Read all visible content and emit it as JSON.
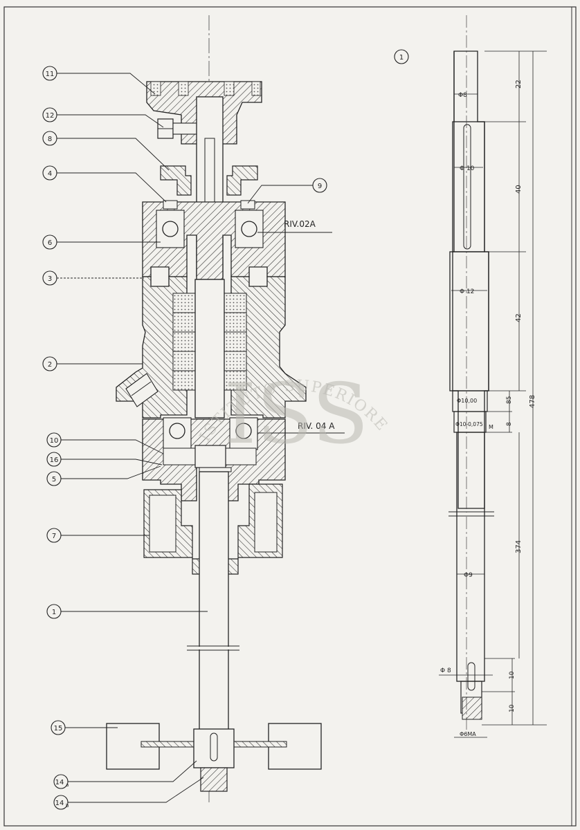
{
  "callouts": {
    "c11": "11",
    "c12": "12",
    "c8": "8",
    "c4": "4",
    "c9": "9",
    "c6": "6",
    "c3": "3",
    "c2": "2",
    "c10": "10",
    "c16": "16",
    "c5": "5",
    "c7": "7",
    "c1": "1",
    "c15": "15",
    "c14a_num": "14",
    "c14a_sub": "a",
    "c14b_num": "14",
    "c14b_sub": "b",
    "detail": "1"
  },
  "refs": {
    "riv02": "RIV.02A",
    "riv04": "RIV. 04 A"
  },
  "shaft_detail": {
    "diameters": {
      "d8_top": "Φ8",
      "d10": "Φ 10",
      "d12": "Φ 12",
      "d10_00": "Φ10,00",
      "d10_075": "Φ10-0,075",
      "m_mark": "M",
      "d9": "Φ9",
      "d8_bottom": "Φ 8",
      "d6ma": "Φ6MA"
    },
    "lengths": {
      "l22": "22",
      "l40": "40",
      "l42": "42",
      "l85": "85",
      "l8": "8",
      "l478": "478",
      "l374": "374",
      "l10a": "10",
      "l10b": "10"
    }
  },
  "watermark": {
    "arc_text": "ISTITUTO SUPERIORE DI SANITÀ",
    "letters": "ISS"
  }
}
